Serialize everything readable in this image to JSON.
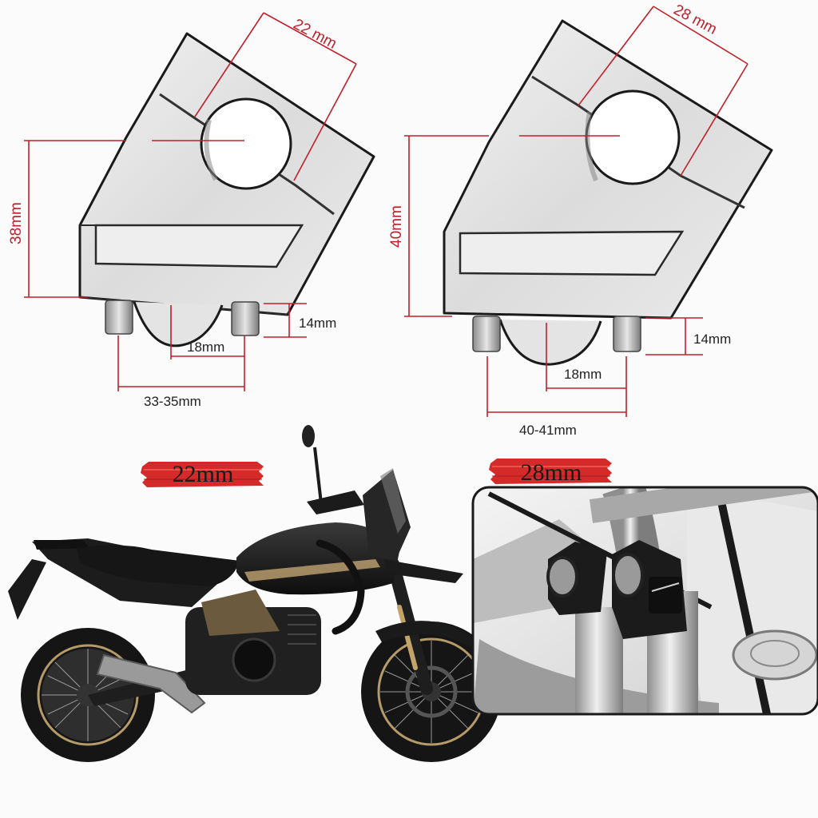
{
  "left_riser": {
    "bar_diameter": "22 mm",
    "height": "38mm",
    "bolt_length": "14mm",
    "bolt_diameter": "18mm",
    "bolt_spacing": "33-35mm"
  },
  "right_riser": {
    "bar_diameter": "28 mm",
    "height": "40mm",
    "bolt_length": "14mm",
    "bolt_diameter": "18mm",
    "bolt_spacing": "40-41mm"
  },
  "banners": {
    "left": "22mm",
    "right": "28mm"
  },
  "colors": {
    "dimension_red": "#c0202a",
    "banner_red": "#d42a2a",
    "riser_black": "#1b1b1b"
  }
}
